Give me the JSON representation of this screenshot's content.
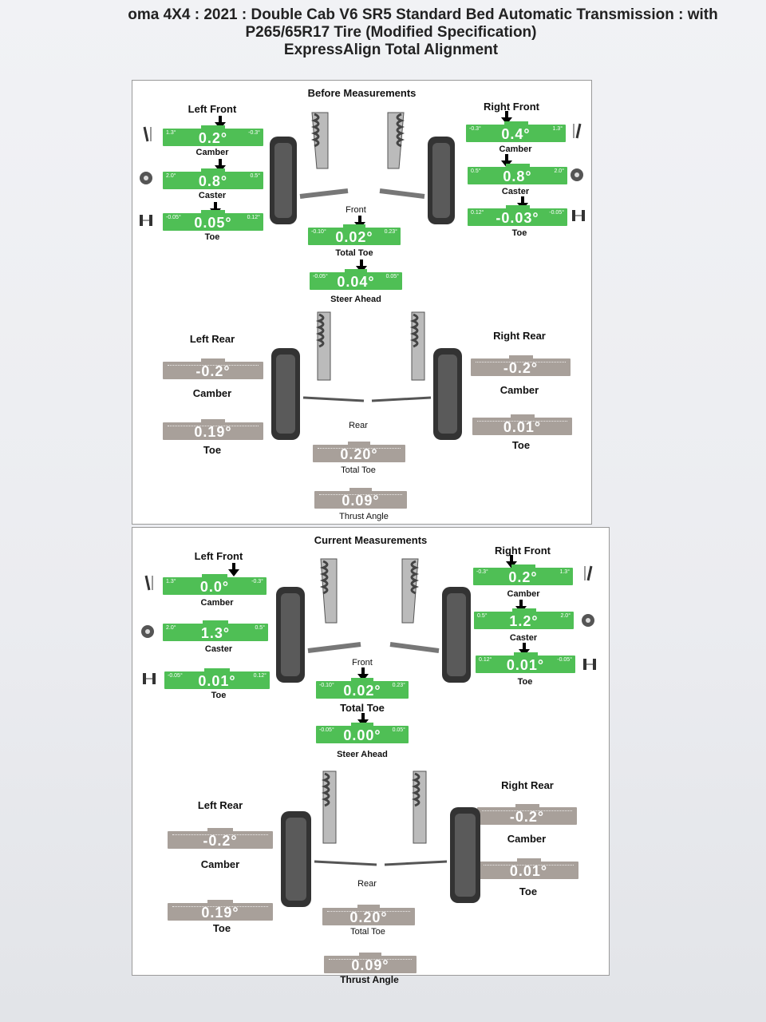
{
  "header": {
    "line1": "oma 4X4 : 2021 : Double Cab V6 SR5 Standard Bed Automatic Transmission : with",
    "line2": "P265/65R17 Tire (Modified Specification)",
    "line3": "ExpressAlign Total Alignment"
  },
  "before": {
    "title": "Before Measurements",
    "left_front": {
      "title": "Left Front",
      "camber": {
        "label": "Camber",
        "value": "0.2°",
        "lo": "1.3°",
        "hi": "-0.3°"
      },
      "caster": {
        "label": "Caster",
        "value": "0.8°",
        "lo": "2.0°",
        "hi": "0.5°"
      },
      "toe": {
        "label": "Toe",
        "value": "0.05°",
        "lo": "-0.05°",
        "hi": "0.12°"
      }
    },
    "right_front": {
      "title": "Right Front",
      "camber": {
        "label": "Camber",
        "value": "0.4°",
        "lo": "-0.3°",
        "hi": "1.3°"
      },
      "caster": {
        "label": "Caster",
        "value": "0.8°",
        "lo": "0.5°",
        "hi": "2.0°"
      },
      "toe": {
        "label": "Toe",
        "value": "-0.03°",
        "lo": "0.12°",
        "hi": "-0.05°"
      }
    },
    "front_label": "Front",
    "total_toe_front": {
      "label": "Total Toe",
      "value": "0.02°",
      "lo": "-0.10°",
      "hi": "0.23°"
    },
    "steer_ahead": {
      "label": "Steer Ahead",
      "value": "0.04°",
      "lo": "-0.05°",
      "hi": "0.05°"
    },
    "left_rear": {
      "title": "Left Rear",
      "camber": {
        "label": "Camber",
        "value": "-0.2°"
      },
      "toe": {
        "label": "Toe",
        "value": "0.19°"
      }
    },
    "right_rear": {
      "title": "Right Rear",
      "camber": {
        "label": "Camber",
        "value": "-0.2°"
      },
      "toe": {
        "label": "Toe",
        "value": "0.01°"
      }
    },
    "rear_label": "Rear",
    "total_toe_rear": {
      "label": "Total Toe",
      "value": "0.20°"
    },
    "thrust_angle": {
      "label": "Thrust Angle",
      "value": "0.09°"
    }
  },
  "current": {
    "title": "Current Measurements",
    "left_front": {
      "title": "Left Front",
      "camber": {
        "label": "Camber",
        "value": "0.0°",
        "lo": "1.3°",
        "hi": "-0.3°"
      },
      "caster": {
        "label": "Caster",
        "value": "1.3°",
        "lo": "2.0°",
        "hi": "0.5°"
      },
      "toe": {
        "label": "Toe",
        "value": "0.01°",
        "lo": "-0.05°",
        "hi": "0.12°"
      }
    },
    "right_front": {
      "title": "Right Front",
      "camber": {
        "label": "Camber",
        "value": "0.2°",
        "lo": "-0.3°",
        "hi": "1.3°"
      },
      "caster": {
        "label": "Caster",
        "value": "1.2°",
        "lo": "0.5°",
        "hi": "2.0°"
      },
      "toe": {
        "label": "Toe",
        "value": "0.01°",
        "lo": "0.12°",
        "hi": "-0.05°"
      }
    },
    "front_label": "Front",
    "total_toe_front": {
      "label": "Total Toe",
      "value": "0.02°",
      "lo": "-0.10°",
      "hi": "0.23°"
    },
    "steer_ahead": {
      "label": "Steer Ahead",
      "value": "0.00°",
      "lo": "-0.05°",
      "hi": "0.05°"
    },
    "left_rear": {
      "title": "Left Rear",
      "camber": {
        "label": "Camber",
        "value": "-0.2°"
      },
      "toe": {
        "label": "Toe",
        "value": "0.19°"
      }
    },
    "right_rear": {
      "title": "Right Rear",
      "camber": {
        "label": "Camber",
        "value": "-0.2°"
      },
      "toe": {
        "label": "Toe",
        "value": "0.01°"
      }
    },
    "rear_label": "Rear",
    "total_toe_rear": {
      "label": "Total Toe",
      "value": "0.20°"
    },
    "thrust_angle": {
      "label": "Thrust Angle",
      "value": "0.09°"
    }
  },
  "colors": {
    "in_spec": "#4fbf55",
    "no_spec": "#a8a09a"
  }
}
